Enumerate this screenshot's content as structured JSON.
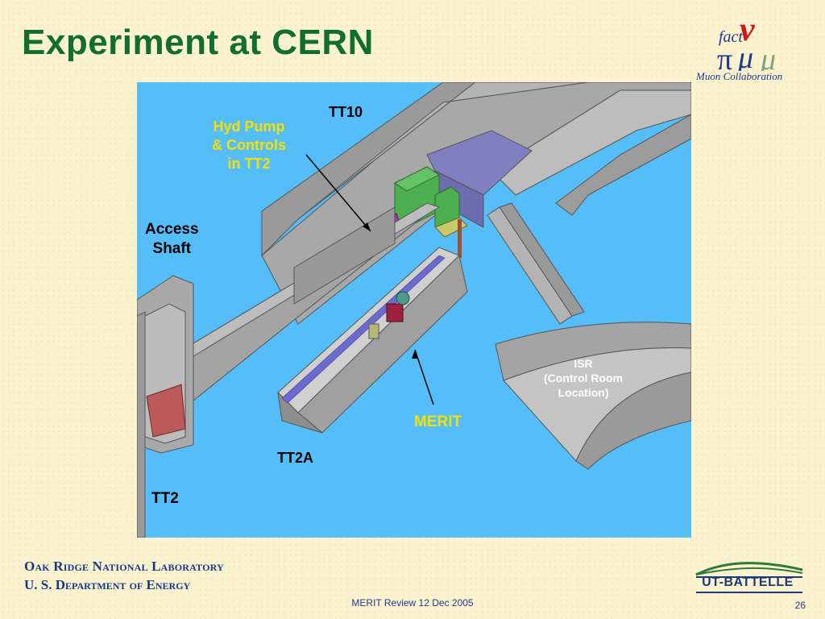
{
  "slide": {
    "title": "Experiment at CERN",
    "page_number": "26",
    "footer_center": "MERIT Review 12 Dec 2005"
  },
  "logo": {
    "top_text": "fact",
    "caption": "Muon Collaboration"
  },
  "footer": {
    "lab": "Oak Ridge National Laboratory",
    "doe": "U. S. Department of Energy",
    "partner_logo": "UT-BATTELLE"
  },
  "diagram": {
    "labels": {
      "tt10": "TT10",
      "hyd_pump": "Hyd Pump\n& Controls\nin TT2",
      "access_shaft": "Access\nShaft",
      "isr": "ISR\n(Control Room\nLocation)",
      "merit": "MERIT",
      "tt2a": "TT2A",
      "tt2": "TT2"
    },
    "colors": {
      "background": "#55bdf8",
      "wall": "#a4a4a4",
      "floor": "#c8c8c8",
      "green_label": "#0c6e2a",
      "yellow_label": "#f3e100",
      "merit_label": "#f3e100",
      "white_label": "#ffffff"
    }
  }
}
